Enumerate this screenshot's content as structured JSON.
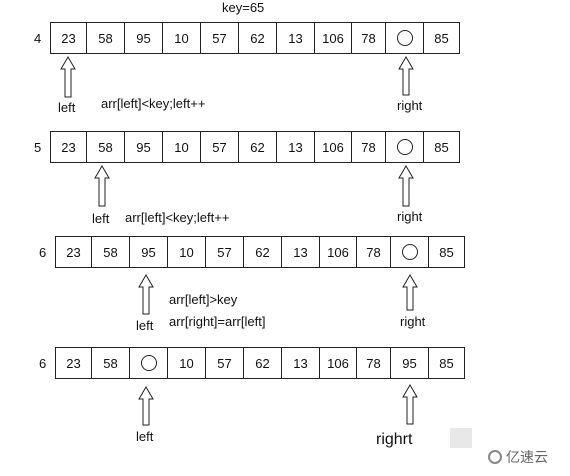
{
  "header": {
    "key_label": "key=65"
  },
  "rows": [
    {
      "step": "4",
      "cells": [
        "23",
        "58",
        "95",
        "10",
        "57",
        "62",
        "13",
        "106",
        "78",
        "",
        "85"
      ],
      "circle_index": 9
    },
    {
      "step": "5",
      "cells": [
        "23",
        "58",
        "95",
        "10",
        "57",
        "62",
        "13",
        "106",
        "78",
        "",
        "85"
      ],
      "circle_index": 9
    },
    {
      "step": "6",
      "cells": [
        "23",
        "58",
        "95",
        "10",
        "57",
        "62",
        "13",
        "106",
        "78",
        "",
        "85"
      ],
      "circle_index": 9
    },
    {
      "step": "6",
      "cells": [
        "23",
        "58",
        "",
        "10",
        "57",
        "62",
        "13",
        "106",
        "78",
        "95",
        "85"
      ],
      "circle_index": 2
    }
  ],
  "labels": {
    "row1_left": "left",
    "row1_right": "right",
    "row1_note": "arr[left]<key;left++",
    "row2_left": "left",
    "row2_right": "right",
    "row2_note": "arr[left]<key;left++",
    "row3_left": "left",
    "row3_right": "right",
    "row3_note1": "arr[left]>key",
    "row3_note2": "arr[right]=arr[left]",
    "row4_left": "left",
    "row4_right": "righrt"
  },
  "watermark": {
    "text": "亿速云"
  }
}
